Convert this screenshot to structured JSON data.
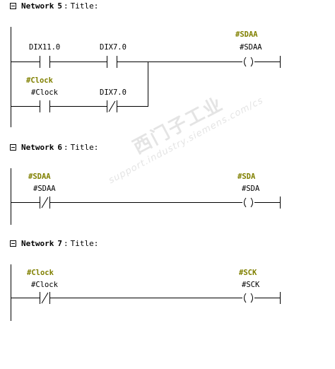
{
  "networks": [
    {
      "header": {
        "word": "Network",
        "number": "5",
        "colon": ":",
        "title": "Title:"
      },
      "contacts": [
        {
          "address": "DIX11.0",
          "symbol": ""
        },
        {
          "address": "DIX7.0",
          "symbol": ""
        },
        {
          "address": "#Clock",
          "symbol": "#Clock"
        },
        {
          "address": "DIX7.0",
          "symbol": ""
        }
      ],
      "coil": {
        "address": "#SDAA",
        "symbol": "#SDAA",
        "shape": "( )"
      }
    },
    {
      "header": {
        "word": "Network",
        "number": "6",
        "colon": ":",
        "title": "Title:"
      },
      "contacts": [
        {
          "address": "#SDAA",
          "symbol": "#SDAA"
        }
      ],
      "coil": {
        "address": "#SDA",
        "symbol": "#SDA",
        "shape": "( )"
      }
    },
    {
      "header": {
        "word": "Network",
        "number": "7",
        "colon": ":",
        "title": "Title:"
      },
      "contacts": [
        {
          "address": "#Clock",
          "symbol": "#Clock"
        }
      ],
      "coil": {
        "address": "#SCK",
        "symbol": "#SCK",
        "shape": "( )"
      }
    }
  ],
  "watermark": {
    "main": "西门子工业",
    "sub": "support.industry.siemens.com/cs"
  },
  "colors": {
    "symbol": "#808000",
    "line": "#000000"
  }
}
